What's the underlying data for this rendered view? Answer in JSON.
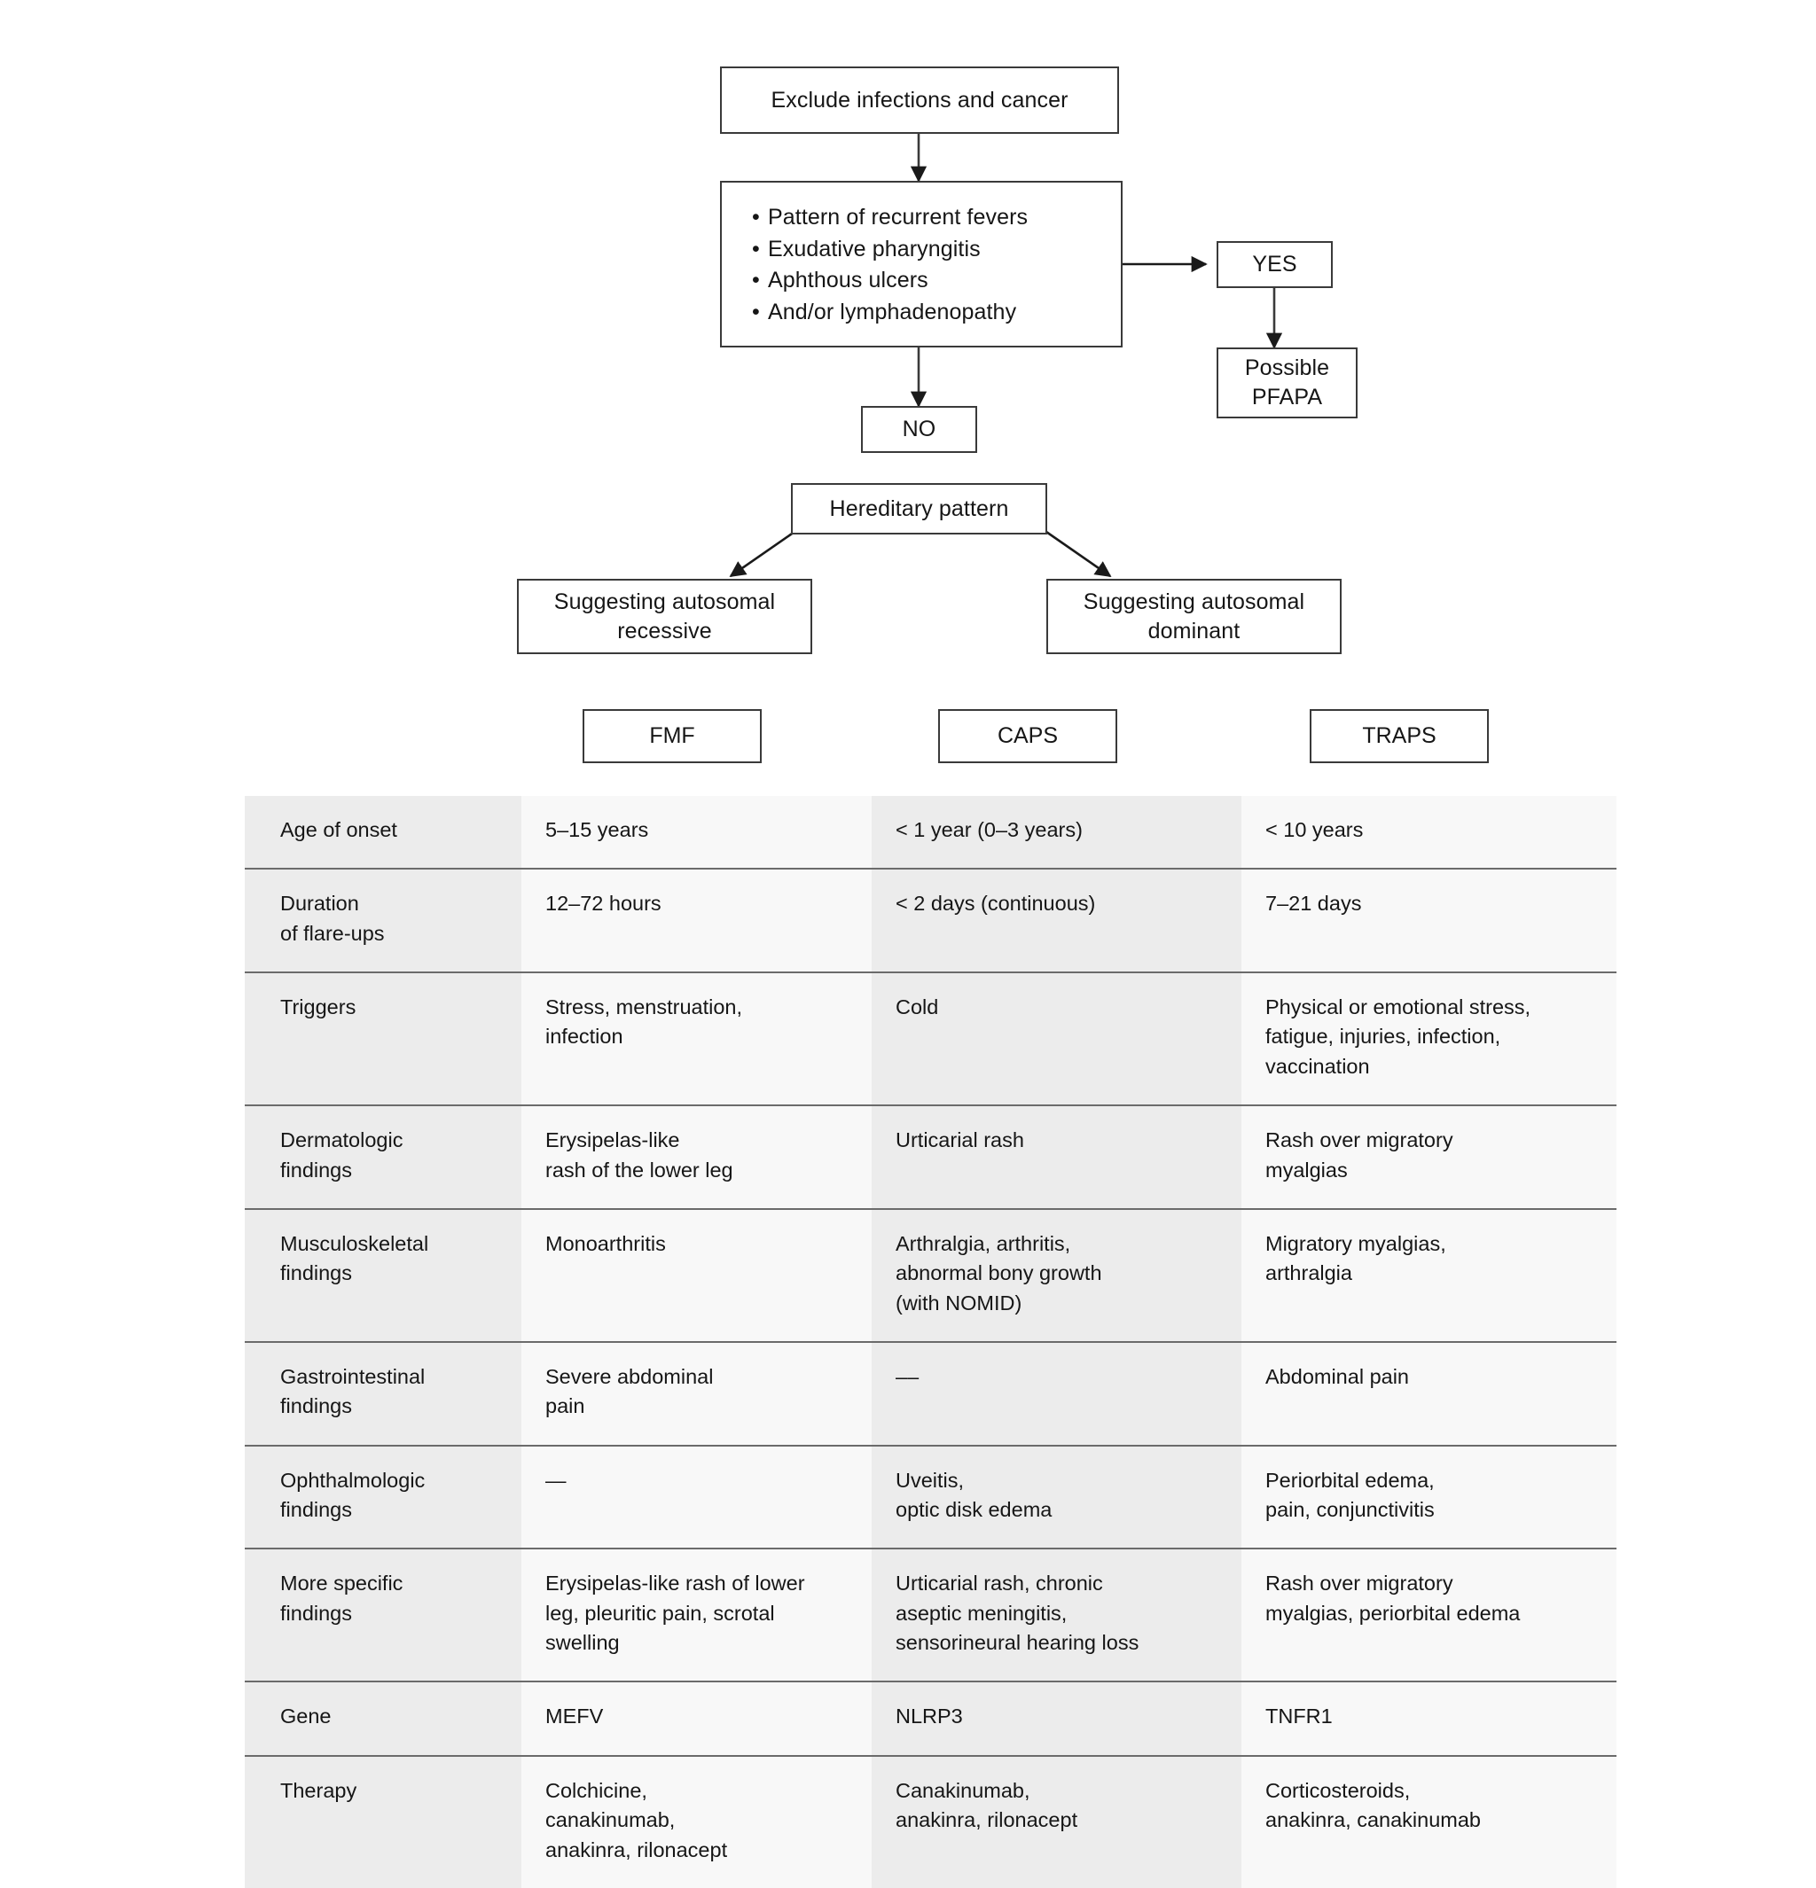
{
  "flowchart": {
    "nodes": {
      "exclude": "Exclude infections and cancer",
      "criteria_bullets": [
        "Pattern of recurrent fevers",
        "Exudative pharyngitis",
        "Aphthous ulcers",
        "And/or lymphadenopathy"
      ],
      "yes": "YES",
      "possible_pfapa_line1": "Possible",
      "possible_pfapa_line2": "PFAPA",
      "no": "NO",
      "hereditary": "Hereditary pattern",
      "recessive_line1": "Suggesting autosomal",
      "recessive_line2": "recessive",
      "dominant_line1": "Suggesting autosomal",
      "dominant_line2": "dominant"
    }
  },
  "chips": {
    "fmf": "FMF",
    "caps": "CAPS",
    "traps": "TRAPS"
  },
  "table": {
    "rows": [
      {
        "label": [
          "Age of onset"
        ],
        "fmf": [
          "5–15 years"
        ],
        "caps": [
          "< 1 year (0–3 years)"
        ],
        "traps": [
          "< 10 years"
        ]
      },
      {
        "label": [
          "Duration",
          "of flare-ups"
        ],
        "fmf": [
          "12–72 hours"
        ],
        "caps": [
          "< 2 days (continuous)"
        ],
        "traps": [
          "7–21 days"
        ]
      },
      {
        "label": [
          "Triggers"
        ],
        "fmf": [
          "Stress, menstruation,",
          "infection"
        ],
        "caps": [
          "Cold"
        ],
        "traps": [
          "Physical or emotional stress,",
          "fatigue, injuries, infection,",
          "vaccination"
        ]
      },
      {
        "label": [
          "Dermatologic",
          "findings"
        ],
        "fmf": [
          "Erysipelas-like",
          "rash of the lower leg"
        ],
        "caps": [
          "Urticarial rash"
        ],
        "traps": [
          "Rash over migratory",
          "myalgias"
        ]
      },
      {
        "label": [
          "Musculoskeletal",
          "findings"
        ],
        "fmf": [
          "Monoarthritis"
        ],
        "caps": [
          "Arthralgia, arthritis,",
          "abnormal bony growth",
          "(with NOMID)"
        ],
        "traps": [
          "Migratory myalgias,",
          "arthralgia"
        ]
      },
      {
        "label": [
          "Gastrointestinal",
          "findings"
        ],
        "fmf": [
          "Severe abdominal",
          "pain"
        ],
        "caps": [
          "––"
        ],
        "traps": [
          "Abdominal pain"
        ]
      },
      {
        "label": [
          "Ophthalmologic",
          "findings"
        ],
        "fmf": [
          "—"
        ],
        "caps": [
          "Uveitis,",
          "optic disk edema"
        ],
        "traps": [
          "Periorbital edema,",
          "pain, conjunctivitis"
        ]
      },
      {
        "label": [
          "More specific",
          "findings"
        ],
        "fmf": [
          "Erysipelas-like rash of lower",
          "leg, pleuritic pain, scrotal",
          "swelling"
        ],
        "caps": [
          "Urticarial rash, chronic",
          "aseptic meningitis,",
          "sensorineural hearing loss"
        ],
        "traps": [
          "Rash over migratory",
          "myalgias, periorbital edema"
        ]
      },
      {
        "label": [
          "Gene"
        ],
        "fmf": [
          "MEFV"
        ],
        "caps": [
          "NLRP3"
        ],
        "traps": [
          "TNFR1"
        ]
      },
      {
        "label": [
          "Therapy"
        ],
        "fmf": [
          "Colchicine,",
          "canakinumab,",
          "anakinra, rilonacept"
        ],
        "caps": [
          "Canakinumab,",
          "anakinra, rilonacept"
        ],
        "traps": [
          "Corticosteroids,",
          "anakinra, canakinumab"
        ]
      }
    ]
  },
  "colors": {
    "border": "#3a3a3a",
    "rule": "#6b6b6b",
    "label_bg": "#ececec",
    "alt_bg": "#ececec",
    "plain_bg": "#f8f8f8"
  }
}
